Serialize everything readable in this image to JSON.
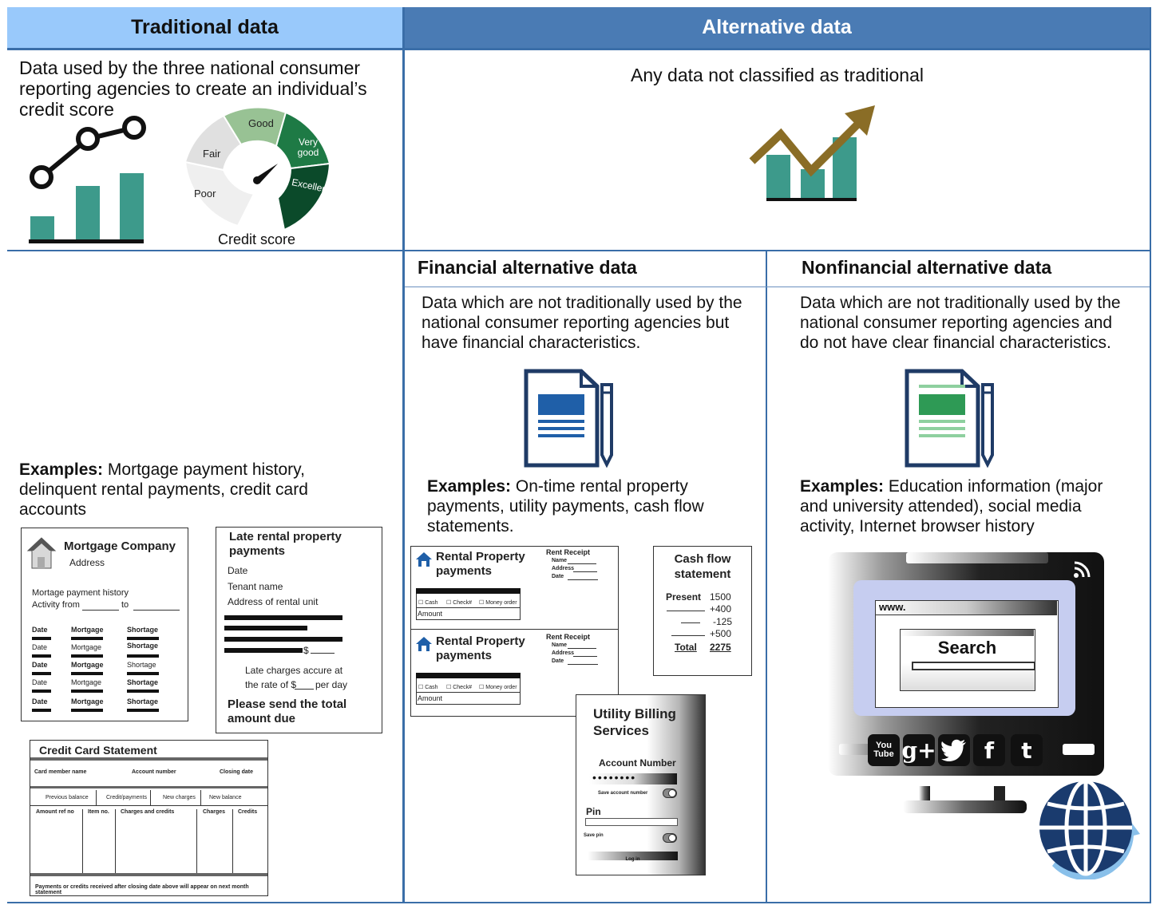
{
  "traditional": {
    "header": "Traditional data",
    "description": "Data used by the three national consumer reporting agencies to create an individual’s credit score",
    "gauge": {
      "label": "Credit score",
      "segments": [
        "Poor",
        "Fair",
        "Good",
        "Very good",
        "Excellent"
      ]
    },
    "examples_label": "Examples:",
    "examples_text": " Mortgage payment history, delinquent rental payments, credit card accounts",
    "mortgage_doc": {
      "company": "Mortgage Company",
      "address": "Address",
      "history": "Mortage payment history",
      "activity_from": "Activity from",
      "to": "to",
      "cols": [
        "Date",
        "Mortgage",
        "Shortage"
      ]
    },
    "late_rental_doc": {
      "title": "Late rental property payments",
      "fields": [
        "Date",
        "Tenant name",
        "Address of rental unit"
      ],
      "dollar": "$",
      "late_charges_1": "Late charges accure at",
      "late_charges_2": "the rate of $",
      "per_day": "per day",
      "send": "Please send the total amount due"
    },
    "credit_card_doc": {
      "title": "Credit Card Statement",
      "row1": [
        "Card member name",
        "Account number",
        "Closing date"
      ],
      "row2": [
        "Previous balance",
        "Credit/payments",
        "New charges",
        "New balance"
      ],
      "row3": [
        "Amount ref no",
        "Item no.",
        "Charges and credits",
        "Charges",
        "Credits"
      ],
      "footer": "Payments or credits received after closing date above will appear on next month statement"
    }
  },
  "alternative": {
    "header": "Alternative data",
    "description": "Any data not classified as traditional"
  },
  "financial": {
    "header": "Financial alternative data",
    "description": "Data which are not traditionally used by the national consumer reporting agencies but have financial characteristics.",
    "examples_label": "Examples:",
    "examples_text": " On-time rental property payments, utility payments, cash flow statements.",
    "rent_receipt": {
      "title": "Rental Property payments",
      "receipt": "Rent Receipt",
      "fields": [
        "Name",
        "Address",
        "Date"
      ],
      "options": [
        "Cash",
        "Check#",
        "Money order"
      ],
      "amount": "Amount"
    },
    "cash_flow": {
      "title": "Cash flow statement",
      "present_label": "Present",
      "present_value": "1500",
      "adjustments": [
        "+400",
        "-125",
        "+500"
      ],
      "total_label": "Total",
      "total_value": "2275"
    },
    "utility": {
      "title": "Utility Billing Services",
      "account_number": "Account Number",
      "dots": "••••••••",
      "save_account": "Save account number",
      "pin": "Pin",
      "save_pin": "Save pin",
      "login": "Log in"
    }
  },
  "nonfinancial": {
    "header": "Nonfinancial alternative data",
    "description": "Data which are not traditionally used by the national consumer reporting agencies and do not have clear financial characteristics.",
    "examples_label": "Examples:",
    "examples_text": " Education information (major and university attended), social media activity, Internet browser history",
    "browser": {
      "url": "www.",
      "search": "Search"
    },
    "social": [
      "You Tube",
      "g+",
      "twitter",
      "f",
      "t"
    ]
  },
  "colors": {
    "traditional_header": "#99c9fb",
    "alternative_header": "#4a7bb4",
    "teal": "#3d9a8b",
    "gold": "#8a6d26",
    "navy": "#1f3b66",
    "doc_blue": "#1f5fa8",
    "doc_green": "#2e9a55"
  }
}
